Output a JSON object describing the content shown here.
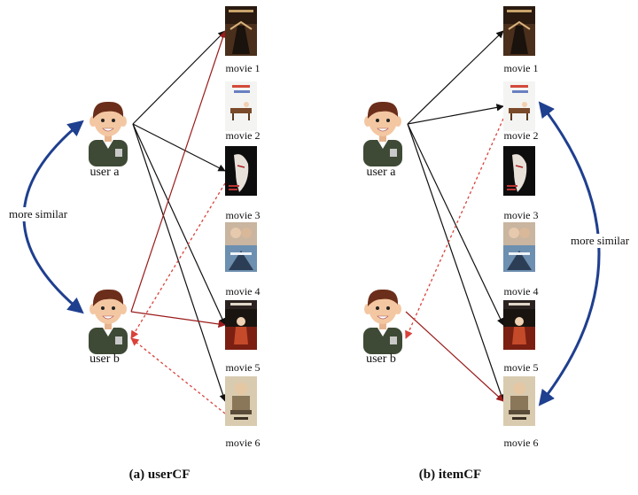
{
  "panels": [
    {
      "caption": "(a) userCF",
      "users": [
        {
          "label": "user a"
        },
        {
          "label": "user b"
        }
      ],
      "movies": [
        {
          "label": "movie 1"
        },
        {
          "label": "movie 2"
        },
        {
          "label": "movie 3"
        },
        {
          "label": "movie 4"
        },
        {
          "label": "movie 5"
        },
        {
          "label": "movie 6"
        }
      ],
      "similarity_label": "more similar",
      "similarity_between": "users a and b",
      "solid_black_edges": [
        [
          "user a",
          "movie 1"
        ],
        [
          "user a",
          "movie 3"
        ],
        [
          "user a",
          "movie 5"
        ],
        [
          "user a",
          "movie 6"
        ]
      ],
      "solid_red_edges": [
        [
          "user b",
          "movie 1"
        ],
        [
          "user b",
          "movie 5"
        ]
      ],
      "dashed_red_edges": [
        [
          "movie 3",
          "user b"
        ],
        [
          "movie 6",
          "user b"
        ]
      ]
    },
    {
      "caption": "(b) itemCF",
      "users": [
        {
          "label": "user a"
        },
        {
          "label": "user b"
        }
      ],
      "movies": [
        {
          "label": "movie 1"
        },
        {
          "label": "movie 2"
        },
        {
          "label": "movie 3"
        },
        {
          "label": "movie 4"
        },
        {
          "label": "movie 5"
        },
        {
          "label": "movie 6"
        }
      ],
      "similarity_label": "more similar",
      "similarity_between": "movies 2 and 6",
      "solid_black_edges": [
        [
          "user a",
          "movie 1"
        ],
        [
          "user a",
          "movie 2"
        ],
        [
          "user a",
          "movie 5"
        ],
        [
          "user a",
          "movie 6"
        ]
      ],
      "solid_red_edges": [
        [
          "user b",
          "movie 6"
        ]
      ],
      "dashed_red_edges": [
        [
          "movie 2",
          "user b"
        ]
      ]
    }
  ],
  "colors": {
    "edge_black": "#111111",
    "edge_red": "#9b1c1c",
    "dashed_red": "#d9413a",
    "similarity_arc": "#1f3f8f",
    "skin": "#f3c7a2",
    "hair": "#6b2e1a",
    "shirt": "#3e4a35"
  }
}
